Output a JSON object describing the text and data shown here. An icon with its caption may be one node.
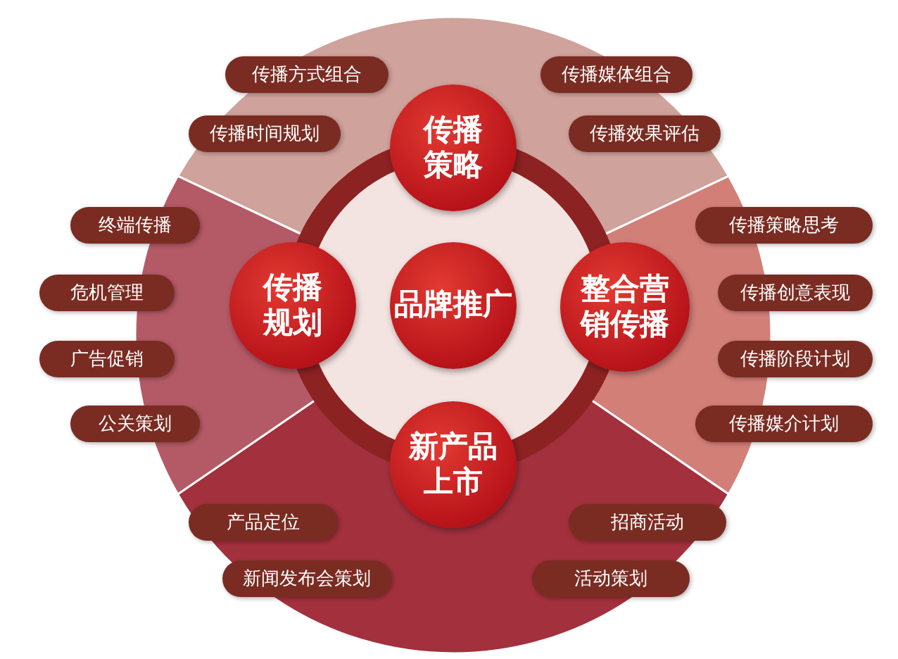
{
  "diagram": {
    "nodes": [
      {
        "text": [
          "品牌推广"
        ]
      },
      {
        "text": [
          "传播策略"
        ]
      },
      {
        "text": [
          "传播规划"
        ]
      },
      {
        "text": [
          "整合营销传播"
        ]
      },
      {
        "text": [
          "新产品上市"
        ]
      },
      {
        "text": [
          "传播方式组合"
        ]
      },
      {
        "text": [
          "传播媒体组合"
        ]
      },
      {
        "text": [
          "传播时间规划"
        ]
      },
      {
        "text": [
          "传播效果评估"
        ]
      },
      {
        "text": [
          "终端传播"
        ]
      },
      {
        "text": [
          "传播策略思考"
        ]
      },
      {
        "text": [
          "危机管理"
        ]
      },
      {
        "text": [
          "传播创意表现"
        ]
      },
      {
        "text": [
          "广告促销"
        ]
      },
      {
        "text": [
          "传播阶段计划"
        ]
      },
      {
        "text": [
          "公关策划"
        ]
      },
      {
        "text": [
          "传播媒介计划"
        ]
      },
      {
        "text": [
          "产品定位"
        ]
      },
      {
        "text": [
          "招商活动"
        ]
      },
      {
        "text": [
          "新闻发布会策划"
        ]
      },
      {
        "text": [
          "活动策划"
        ]
      }
    ]
  }
}
